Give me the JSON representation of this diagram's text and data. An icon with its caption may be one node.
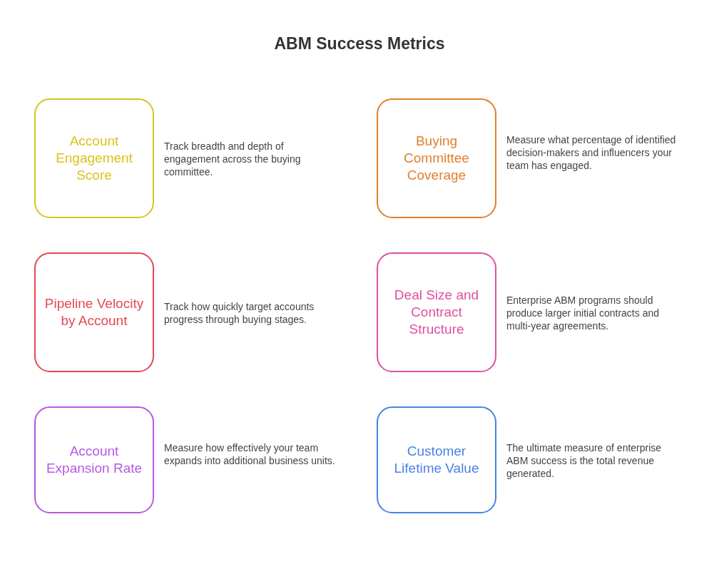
{
  "diagram": {
    "title": "ABM Success Metrics",
    "nodes": [
      {
        "text": [
          "Account Engagement Score"
        ],
        "beside": [
          "Track breadth and depth of engagement across the buying committee."
        ]
      },
      {
        "text": [
          "Buying Committee Coverage"
        ],
        "beside": [
          "Measure what percentage of identified decision-makers and influencers your team has engaged."
        ]
      },
      {
        "text": [
          "Pipeline Velocity by Account"
        ],
        "beside": [
          "Track how quickly target accounts progress through buying stages."
        ]
      },
      {
        "text": [
          "Deal Size and Contract Structure"
        ],
        "beside": [
          "Enterprise ABM programs should produce larger initial contracts and multi-year agreements."
        ]
      },
      {
        "text": [
          "Account Expansion Rate"
        ],
        "beside": [
          "Measure how effectively your team expands into additional business units."
        ]
      },
      {
        "text": [
          "Customer Lifetime Value"
        ],
        "beside": [
          "The ultimate measure of enterprise ABM success is the total revenue generated."
        ]
      }
    ]
  }
}
